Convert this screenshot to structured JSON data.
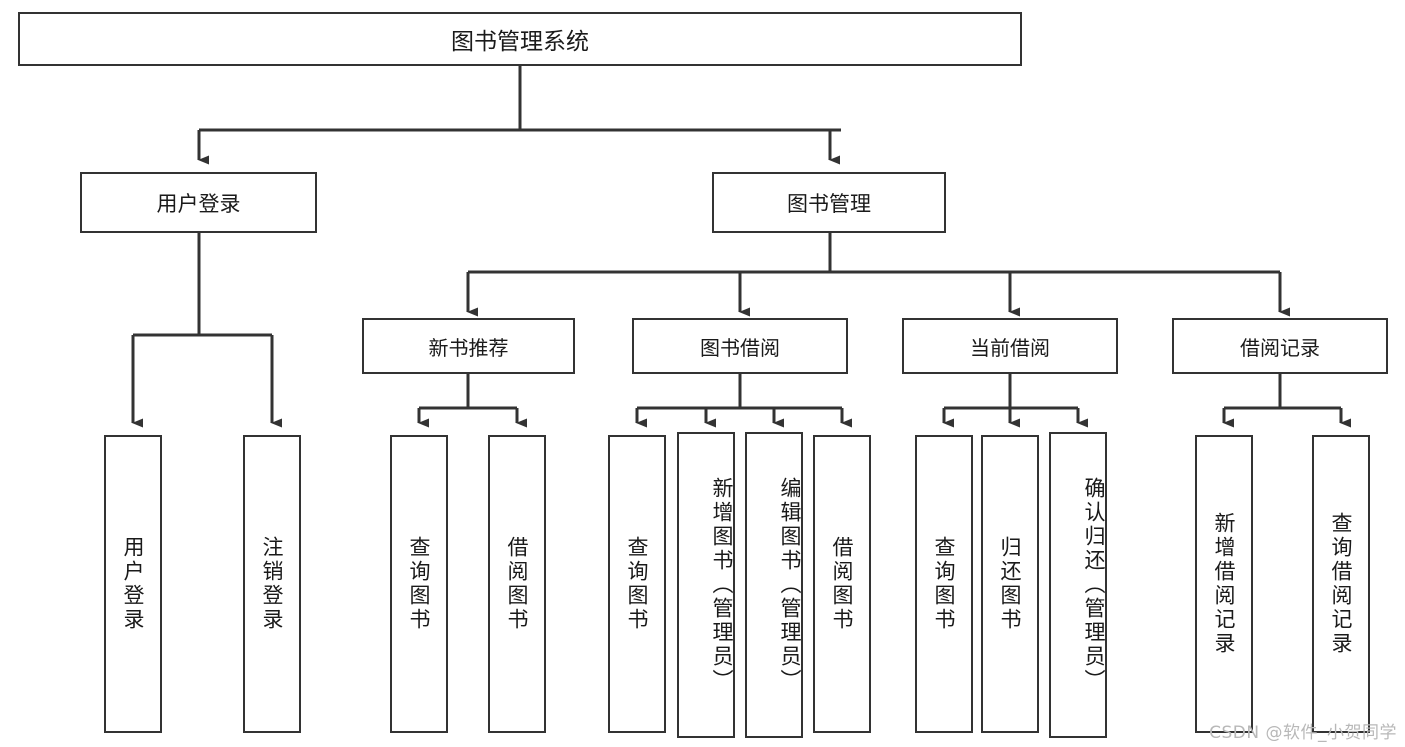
{
  "diagram": {
    "title": "图书管理系统",
    "type": "tree-hierarchy-diagram",
    "colors": {
      "box_border": "#333333",
      "box_fill": "#ffffff",
      "edge": "#333333",
      "text": "#1a1a1a",
      "watermark": "#b8b8b8",
      "canvas": "#ffffff"
    },
    "root": {
      "label": "图书管理系统"
    },
    "level1": [
      {
        "label": "用户登录"
      },
      {
        "label": "图书管理"
      }
    ],
    "level2": [
      {
        "label": "新书推荐"
      },
      {
        "label": "图书借阅"
      },
      {
        "label": "当前借阅"
      },
      {
        "label": "借阅记录"
      }
    ],
    "leaves": {
      "user_login": [
        {
          "label": "用户登录"
        },
        {
          "label": "注销登录"
        }
      ],
      "new_book_recommend": [
        {
          "label": "查询图书"
        },
        {
          "label": "借阅图书"
        }
      ],
      "book_borrow": [
        {
          "label": "查询图书"
        },
        {
          "label": "新增图书（管理员）"
        },
        {
          "label": "编辑图书（管理员）"
        },
        {
          "label": "借阅图书"
        }
      ],
      "current_borrow": [
        {
          "label": "查询图书"
        },
        {
          "label": "归还图书"
        },
        {
          "label": "确认归还（管理员）"
        }
      ],
      "borrow_record": [
        {
          "label": "新增借阅记录"
        },
        {
          "label": "查询借阅记录"
        }
      ]
    },
    "watermark": "CSDN @软件_小贺同学"
  }
}
